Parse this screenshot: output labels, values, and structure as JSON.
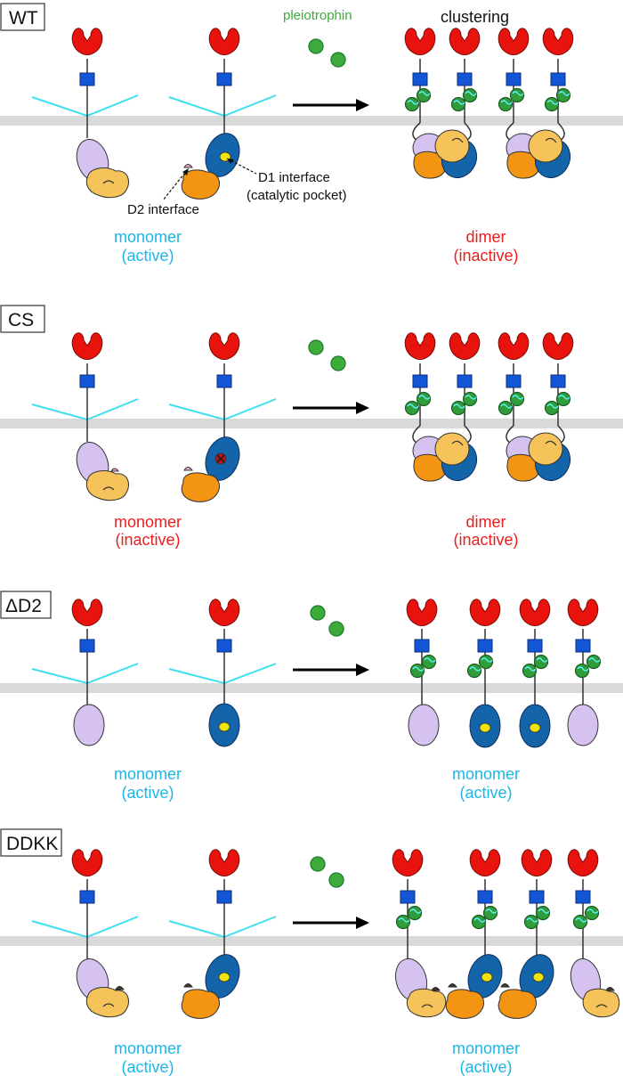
{
  "colors": {
    "membrane": "#d9d9d9",
    "receptor_head": "#e8130c",
    "receptor_stem": "#1256d6",
    "chain": "#3ee0f0",
    "d1_dark": "#1364a8",
    "d1_light": "#d6c2f0",
    "d2_dark": "#f39413",
    "d2_light": "#f6c35a",
    "ligand": "#3dab3a",
    "ligand_dark": "#1c7d2c",
    "pocket": "#f2e30d",
    "active_text": "#1cb6e6",
    "inactive_text": "#ee1d1d",
    "ligand_text": "#3dab3a"
  },
  "annotations": {
    "ligand": "pleiotrophin",
    "clustering": "clustering",
    "d1_interface": "D1 interface",
    "catalytic_pocket": "(catalytic pocket)",
    "d2_interface": "D2 interface"
  },
  "panels": [
    {
      "id": "wt",
      "tag": "WT",
      "left_state": {
        "name": "monomer",
        "activity": "(active)",
        "color": "active"
      },
      "right_state": {
        "name": "dimer",
        "activity": "(inactive)",
        "color": "inactive"
      }
    },
    {
      "id": "cs",
      "tag": "CS",
      "left_state": {
        "name": "monomer",
        "activity": "(inactive)",
        "color": "inactive"
      },
      "right_state": {
        "name": "dimer",
        "activity": "(inactive)",
        "color": "inactive"
      }
    },
    {
      "id": "dd2",
      "tag": "ΔD2",
      "left_state": {
        "name": "monomer",
        "activity": "(active)",
        "color": "active"
      },
      "right_state": {
        "name": "monomer",
        "activity": "(active)",
        "color": "active"
      }
    },
    {
      "id": "ddkk",
      "tag": "DDKK",
      "left_state": {
        "name": "monomer",
        "activity": "(active)",
        "color": "active"
      },
      "right_state": {
        "name": "monomer",
        "activity": "(active)",
        "color": "active"
      }
    }
  ]
}
